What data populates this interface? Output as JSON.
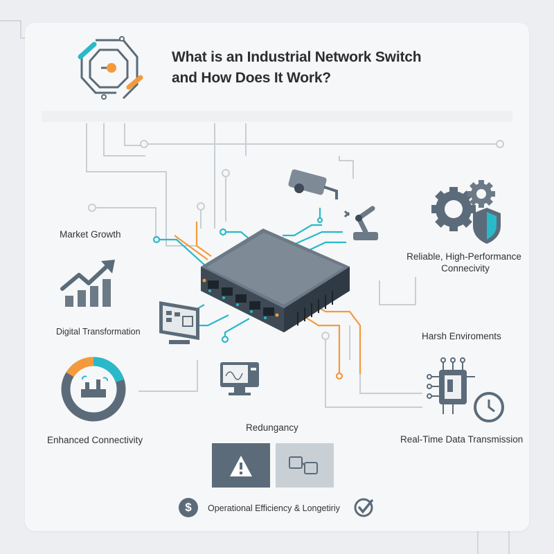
{
  "title": {
    "line1": "What is an Industrial Network Switch",
    "line2": "and How Does It Work?"
  },
  "labels": {
    "market_growth": "Market Growth",
    "digital_transformation": "Digital Transformation",
    "enhanced_connectivity": "Enhanced Connectivity",
    "reliable_line1": "Reliable, High-Performance",
    "reliable_line2": "Connecivity",
    "harsh_environments": "Harsh Enviroments",
    "real_time": "Real-Time Data Transmission",
    "redundancy": "Redungancy",
    "operational": "Operational Efficiency & Longetiriy"
  },
  "icons": [
    "logo-icon",
    "camera-icon",
    "robot-arm-icon",
    "gears-icon",
    "shield-icon",
    "trend-chart-icon",
    "donut-factory-icon",
    "monitor-icon",
    "computer-icon",
    "chip-icon",
    "clock-icon",
    "warning-icon",
    "redundant-boxes-icon",
    "dollar-icon",
    "check-icon",
    "network-switch"
  ],
  "colors": {
    "teal": "#29b9c9",
    "orange": "#f39a3d",
    "slate": "#5b6b79",
    "line": "#c9ced3"
  }
}
